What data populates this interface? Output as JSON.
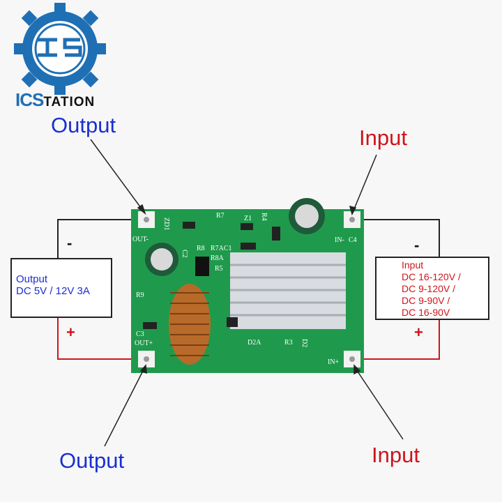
{
  "logo": {
    "brand_prefix": "ICS",
    "brand_suffix": "TATION",
    "emblem_text": "IS"
  },
  "callouts": {
    "output_top": "Output",
    "input_top": "Input",
    "output_bottom": "Output",
    "input_bottom": "Input"
  },
  "output_box": {
    "lines": [
      "Output",
      "DC 5V / 12V 3A"
    ]
  },
  "input_box": {
    "lines": [
      "Input",
      "DC 16-120V /",
      "DC 9-120V /",
      "DC 9-90V /",
      "DC 16-90V"
    ]
  },
  "polarity": {
    "minus": "-",
    "plus": "+"
  },
  "board_silkscreen": {
    "out_minus": "OUT-",
    "out_plus": "OUT+",
    "in_minus": "IN-",
    "in_plus": "IN+",
    "refs": [
      "ZD1",
      "R7",
      "Z1",
      "R4",
      "C4",
      "R8",
      "R7AC1",
      "R8A",
      "R5",
      "C2",
      "R9",
      "C3",
      "D2A",
      "R3",
      "D2"
    ]
  },
  "colors": {
    "brand_blue": "#1f6fb5",
    "output_blue": "#1a2fd0",
    "input_red": "#d0141a",
    "pcb_green": "#1f9a4c"
  }
}
